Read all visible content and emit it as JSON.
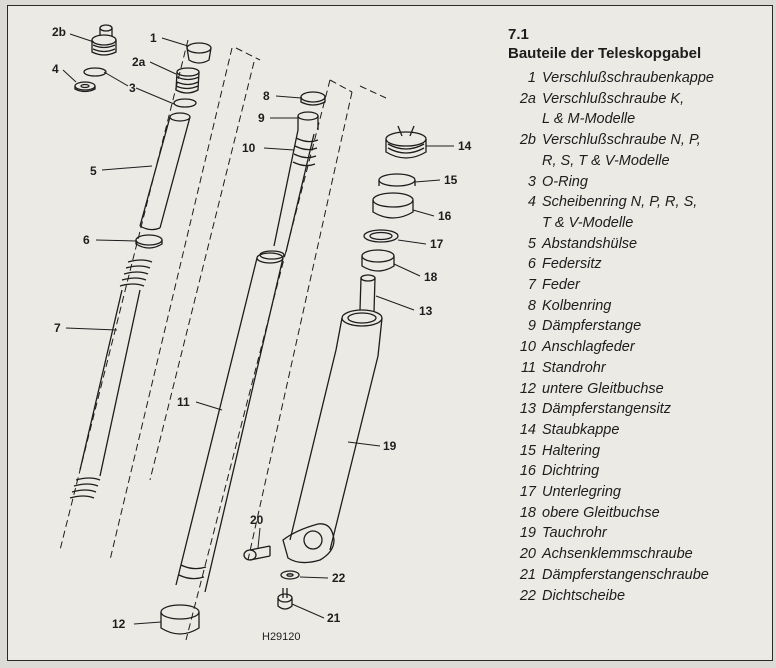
{
  "figure": {
    "number": "7.1",
    "title": "Bauteile der Teleskopgabel",
    "reference_code": "H29120"
  },
  "legend": [
    {
      "num": "1",
      "text": "Verschlußschraubenkappe"
    },
    {
      "num": "2a",
      "text": "Verschlußschraube K,"
    },
    {
      "num": "",
      "text": "L & M-Modelle"
    },
    {
      "num": "2b",
      "text": "Verschlußschraube N, P,"
    },
    {
      "num": "",
      "text": "R, S, T & V-Modelle"
    },
    {
      "num": "3",
      "text": "O-Ring"
    },
    {
      "num": "4",
      "text": "Scheibenring N, P, R, S,"
    },
    {
      "num": "",
      "text": "T & V-Modelle"
    },
    {
      "num": "5",
      "text": "Abstandshülse"
    },
    {
      "num": "6",
      "text": "Federsitz"
    },
    {
      "num": "7",
      "text": "Feder"
    },
    {
      "num": "8",
      "text": "Kolbenring"
    },
    {
      "num": "9",
      "text": "Dämpferstange"
    },
    {
      "num": "10",
      "text": "Anschlagfeder"
    },
    {
      "num": "11",
      "text": "Standrohr"
    },
    {
      "num": "12",
      "text": "untere Gleitbuchse"
    },
    {
      "num": "13",
      "text": "Dämpferstangensitz"
    },
    {
      "num": "14",
      "text": "Staubkappe"
    },
    {
      "num": "15",
      "text": "Haltering"
    },
    {
      "num": "16",
      "text": "Dichtring"
    },
    {
      "num": "17",
      "text": "Unterlegring"
    },
    {
      "num": "18",
      "text": "obere Gleitbuchse"
    },
    {
      "num": "19",
      "text": "Tauchrohr"
    },
    {
      "num": "20",
      "text": "Achsenklemmschraube"
    },
    {
      "num": "21",
      "text": "Dämpferstangenschraube"
    },
    {
      "num": "22",
      "text": "Dichtscheibe"
    }
  ],
  "callouts": {
    "c1": "1",
    "c2a": "2a",
    "c2b": "2b",
    "c3": "3",
    "c4": "4",
    "c5": "5",
    "c6": "6",
    "c7": "7",
    "c8": "8",
    "c9": "9",
    "c10": "10",
    "c11": "11",
    "c12": "12",
    "c13": "13",
    "c14": "14",
    "c15": "15",
    "c16": "16",
    "c17": "17",
    "c18": "18",
    "c19": "19",
    "c20": "20",
    "c21": "21",
    "c22": "22"
  }
}
